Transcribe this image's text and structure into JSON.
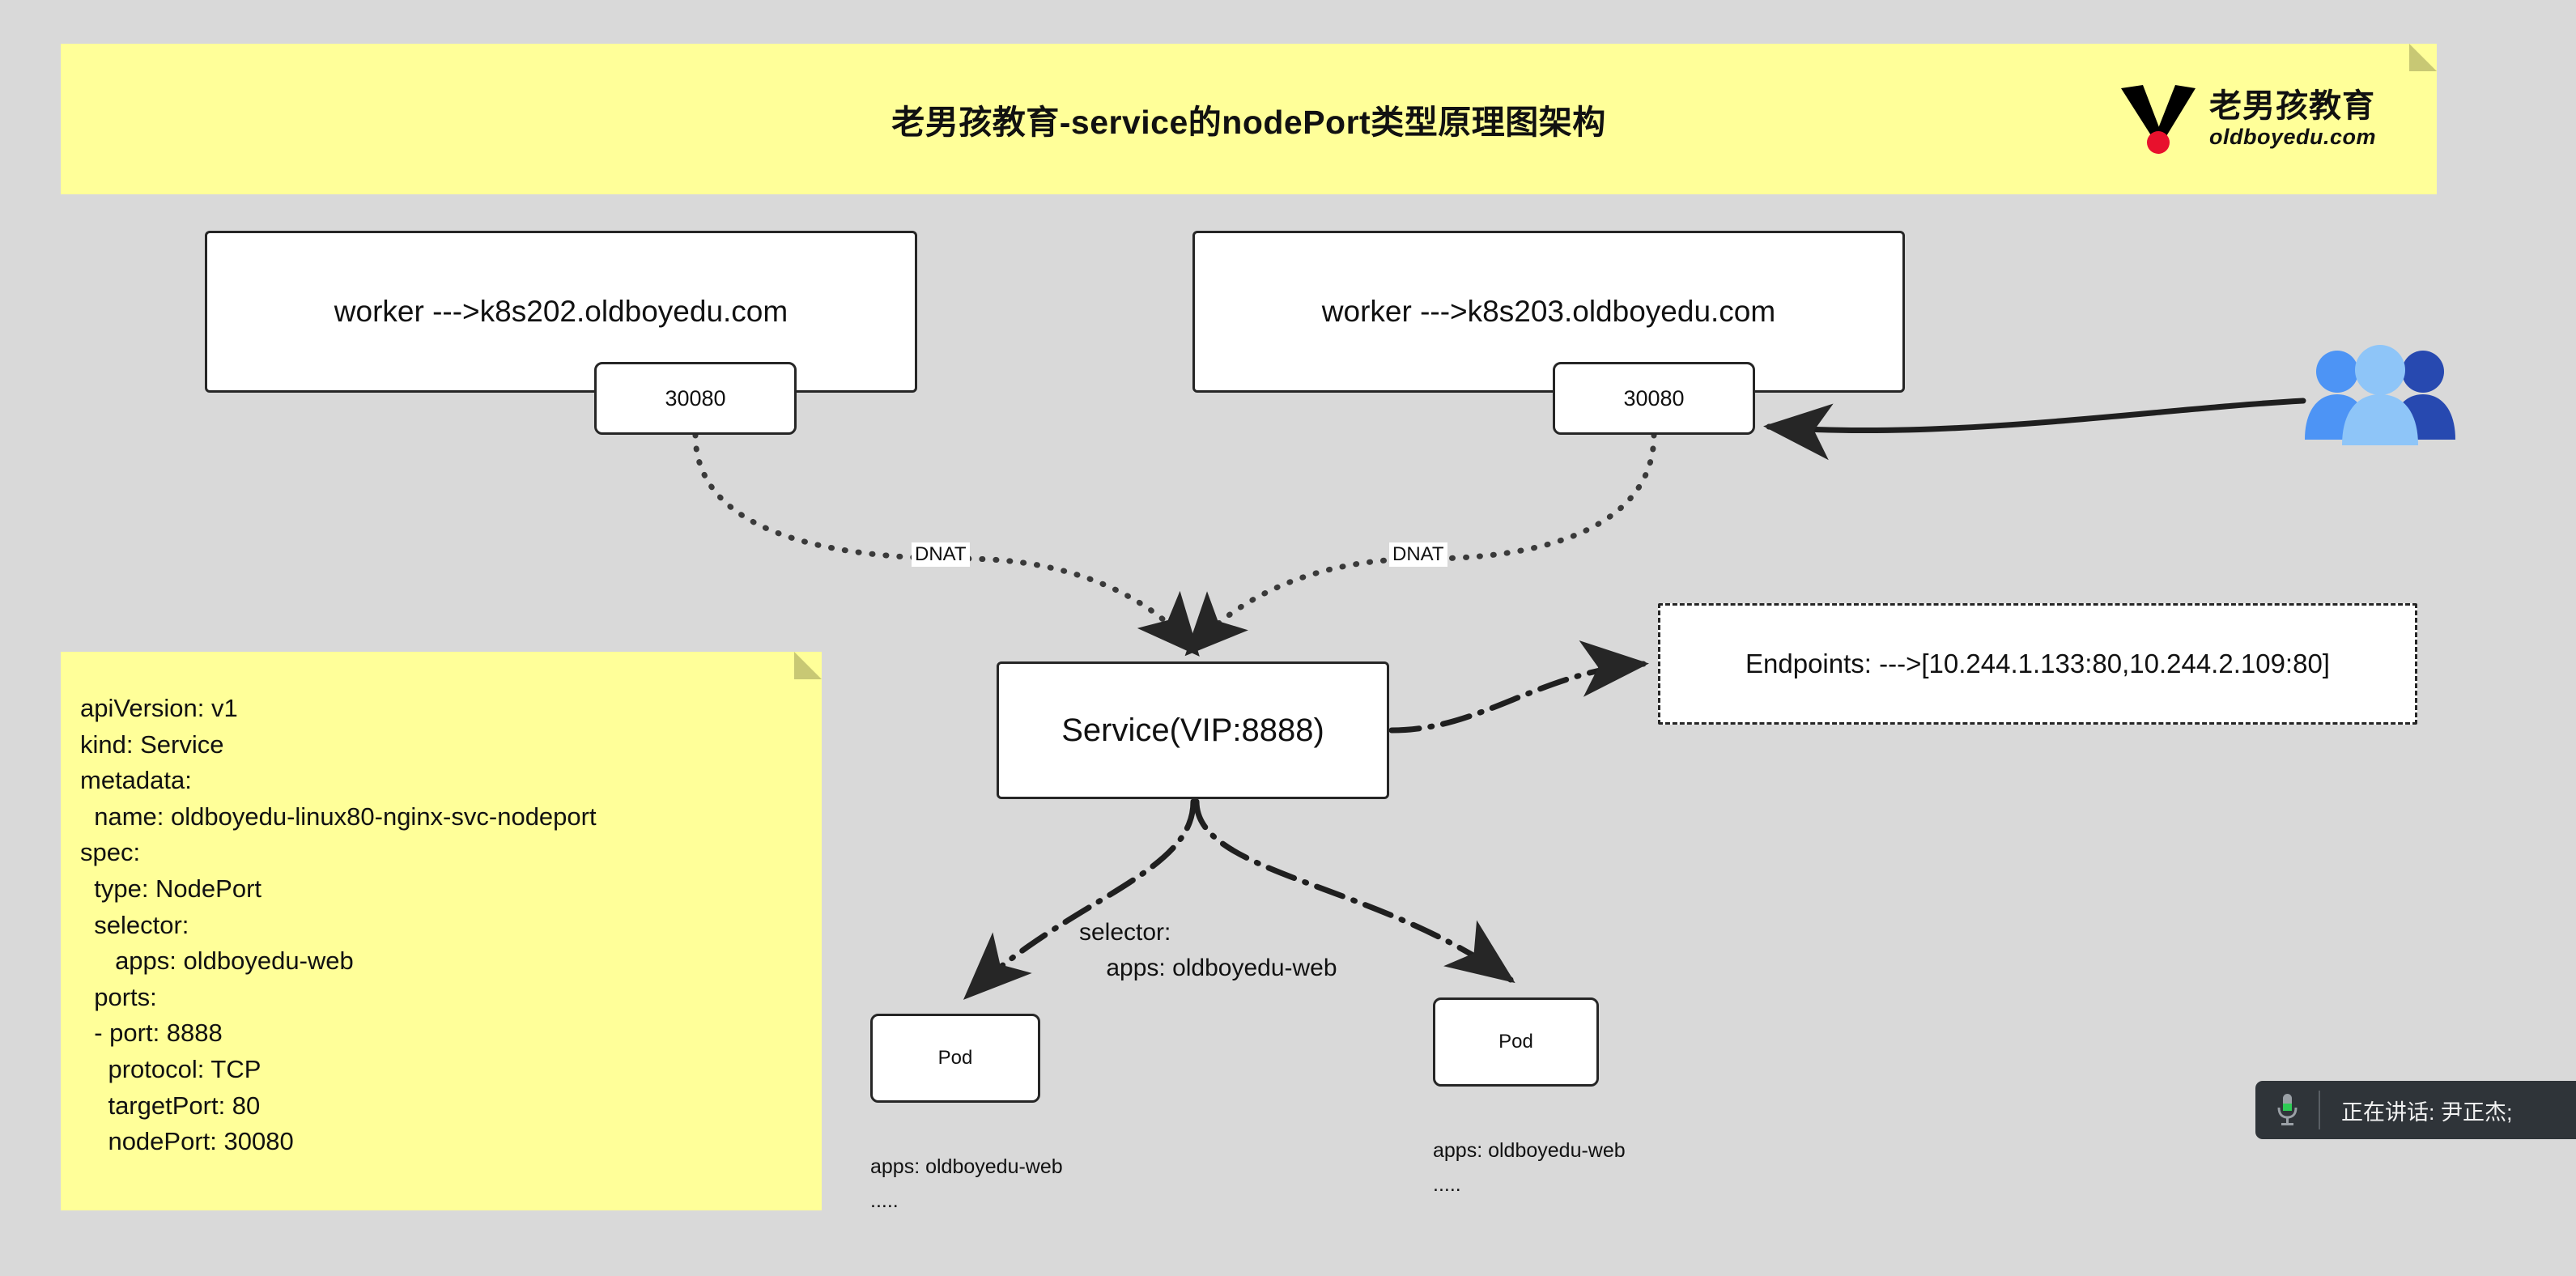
{
  "header": {
    "title": "老男孩教育-service的nodePort类型原理图架构",
    "logo": {
      "cn": "老男孩教育",
      "en": "oldboyedu.com",
      "mark": "v-check-logo",
      "dot_color": "#e8112d",
      "v_color": "#000000"
    },
    "background": "#ffff99",
    "fold_color": "#c8c874"
  },
  "nodes": {
    "worker_left": "worker --->k8s202.oldboyedu.com",
    "worker_right": "worker --->k8s203.oldboyedu.com",
    "port_left": "30080",
    "port_right": "30080",
    "service": "Service(VIP:8888)",
    "endpoints": "Endpoints: --->[10.244.1.133:80,10.244.2.109:80]",
    "pod_left": "Pod",
    "pod_right": "Pod"
  },
  "edges": {
    "dnat_left": "DNAT",
    "dnat_right": "DNAT"
  },
  "labels": {
    "selector": "selector:\n    apps: oldboyedu-web",
    "pod_left_caption": "apps: oldboyedu-web\n.....",
    "pod_right_caption": "apps: oldboyedu-web\n....."
  },
  "yaml": {
    "text": "apiVersion: v1\nkind: Service\nmetadata:\n  name: oldboyedu-linux80-nginx-svc-nodeport\nspec:\n  type: NodePort\n  selector:\n     apps: oldboyedu-web\n  ports:\n  - port: 8888\n    protocol: TCP\n    targetPort: 80\n    nodePort: 30080",
    "lines": [
      "apiVersion: v1",
      "kind: Service",
      "metadata:",
      "  name: oldboyedu-linux80-nginx-svc-nodeport",
      "spec:",
      "  type: NodePort",
      "  selector:",
      "     apps: oldboyedu-web",
      "  ports:",
      "  - port: 8888",
      "    protocol: TCP",
      "    targetPort: 80",
      "    nodePort: 30080"
    ]
  },
  "users_icon": {
    "name": "users-group-icon",
    "color_left": "#4d94f5",
    "color_center": "#8ec5f8",
    "color_right": "#2749b0"
  },
  "speaking_bar": {
    "text": "正在讲话: 尹正杰;",
    "icon": "microphone-icon",
    "background": "#2f3439",
    "mic_active_color": "#2ecc55"
  },
  "canvas": {
    "background": "#d9d9d9",
    "stroke": "#262626",
    "box_fill": "#ffffff"
  }
}
